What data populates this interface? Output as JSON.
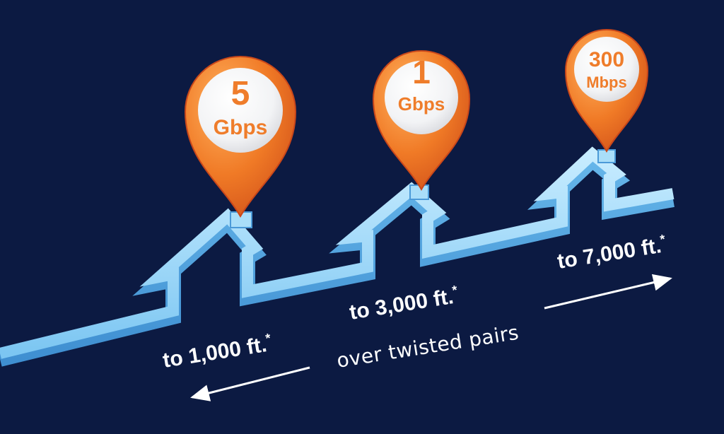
{
  "colors": {
    "background": "#0c1a42",
    "pipe": "#8ccff5",
    "pin": "#ef7d2b",
    "text": "#ffffff"
  },
  "pins": [
    {
      "value": "5",
      "unit": "Gbps"
    },
    {
      "value": "1",
      "unit": "Gbps"
    },
    {
      "value": "300",
      "unit": "Mbps"
    }
  ],
  "distances": [
    {
      "label": "to 1,000 ft.",
      "mark": "*"
    },
    {
      "label": "to 3,000 ft.",
      "mark": "*"
    },
    {
      "label": "to 7,000 ft.",
      "mark": "*"
    }
  ],
  "caption": "over twisted pairs"
}
